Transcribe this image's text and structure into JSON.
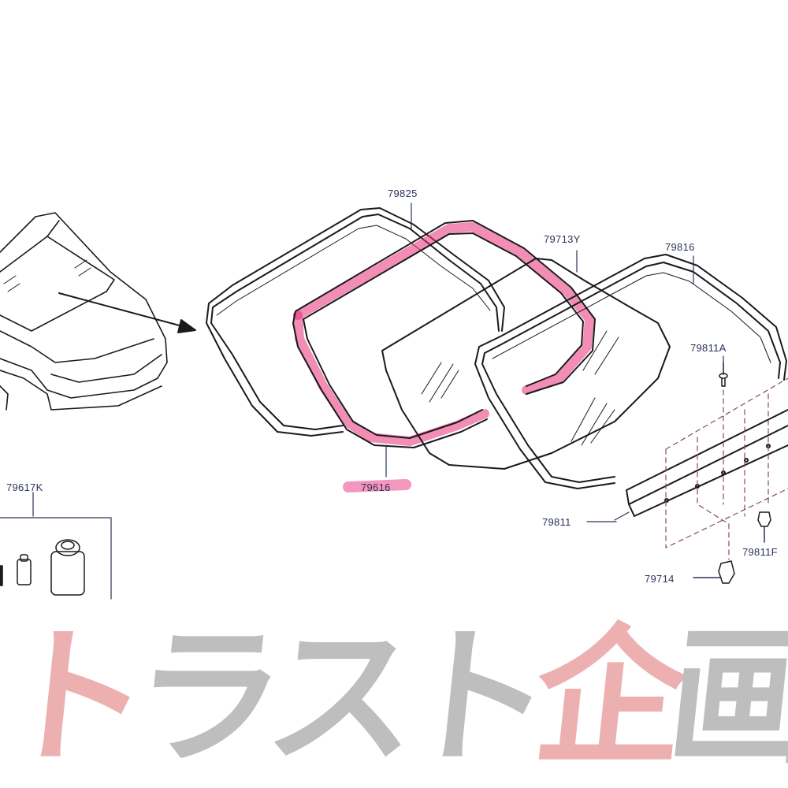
{
  "diagram": {
    "part_labels": {
      "p79825": "79825",
      "p79713y": "79713Y",
      "p79816": "79816",
      "p79811a": "79811A",
      "p79617k": "79617K",
      "p79616": "79616",
      "p79811": "79811",
      "p79811f": "79811F",
      "p79714": "79714"
    },
    "highlight_color": "#e8307a",
    "line_color": "#1a1a1a",
    "label_color": "#2b3358"
  },
  "watermark": {
    "chars": [
      "ト",
      "ラ",
      "ス",
      "ト",
      "企",
      "画"
    ],
    "colors": [
      "#e07070",
      "#8a8a8a",
      "#8a8a8a",
      "#8a8a8a",
      "#e07070",
      "#8a8a8a"
    ]
  }
}
